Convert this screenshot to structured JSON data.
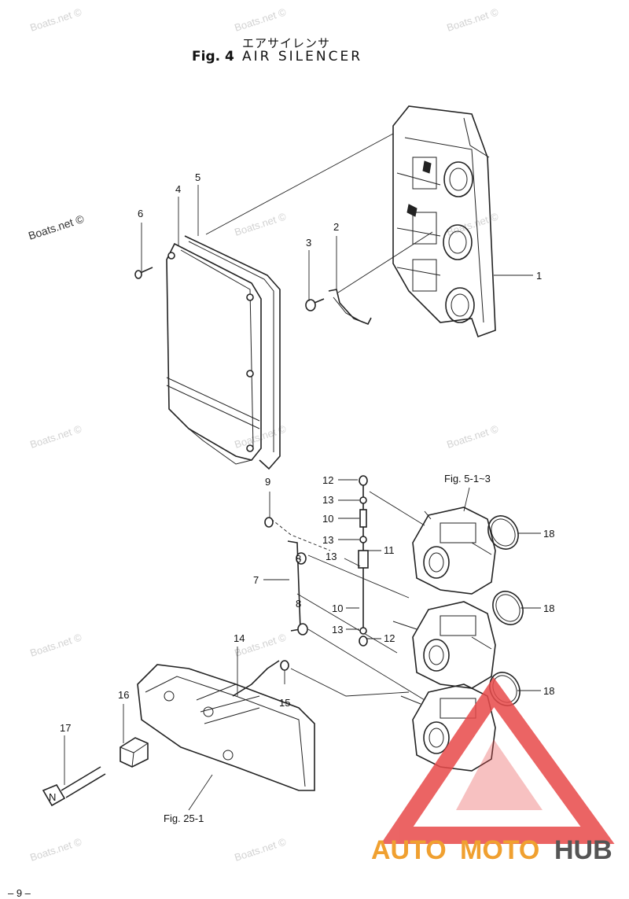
{
  "header": {
    "japanese_title": "エアサイレンサ",
    "fig_label": "Fig. 4",
    "title": "AIR SILENCER"
  },
  "callouts": {
    "p1": "1",
    "p2": "2",
    "p3": "3",
    "p4": "4",
    "p5": "5",
    "p6": "6",
    "p7": "7",
    "p8a": "8",
    "p8b": "8",
    "p9": "9",
    "p10a": "10",
    "p10b": "10",
    "p11": "11",
    "p12a": "12",
    "p12b": "12",
    "p13a": "13",
    "p13b": "13",
    "p13c": "13",
    "p13d": "13",
    "p14": "14",
    "p15": "15",
    "p16": "16",
    "p17": "17",
    "p18a": "18",
    "p18b": "18",
    "p18c": "18"
  },
  "refs": {
    "carb_ref": "Fig. 5-1~3",
    "bracket_ref": "Fig. 25-1"
  },
  "watermark": "Boats.net ©",
  "brand": {
    "part1": "AUTO",
    "part2": "MOTO",
    "part3": "HUB",
    "logo_color": "#e84a4a",
    "text_color": "#f0a030",
    "dark_color": "#555555"
  },
  "page_number": "– 9 –"
}
